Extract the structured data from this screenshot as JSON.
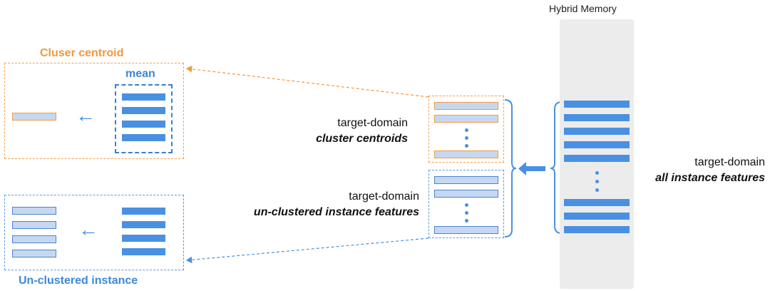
{
  "cluster_centroid": {
    "title": "Cluser centroid",
    "mean_label": "mean"
  },
  "unclustered": {
    "title": "Un-clustered instance"
  },
  "middle_labels": {
    "centroids_line1": "target-domain",
    "centroids_line2": "cluster centroids",
    "unclustered_line1": "target-domain",
    "unclustered_line2": "un-clustered instance features"
  },
  "hybrid_memory": {
    "title": "Hybrid Memory",
    "label_line1": "target-domain",
    "label_line2": "all instance features"
  },
  "icons": {
    "left_arrow": "←",
    "orange_dashed_line": "dashed-connector-orange",
    "blue_dashed_line": "dashed-connector-blue",
    "block_arrow": "block-arrow-left",
    "bracket": "curly-brace"
  },
  "colors": {
    "orange": "#f4973b",
    "blue": "#4a90e2",
    "light_bar": "#c6d8f1",
    "memory_bg": "#ececec"
  }
}
